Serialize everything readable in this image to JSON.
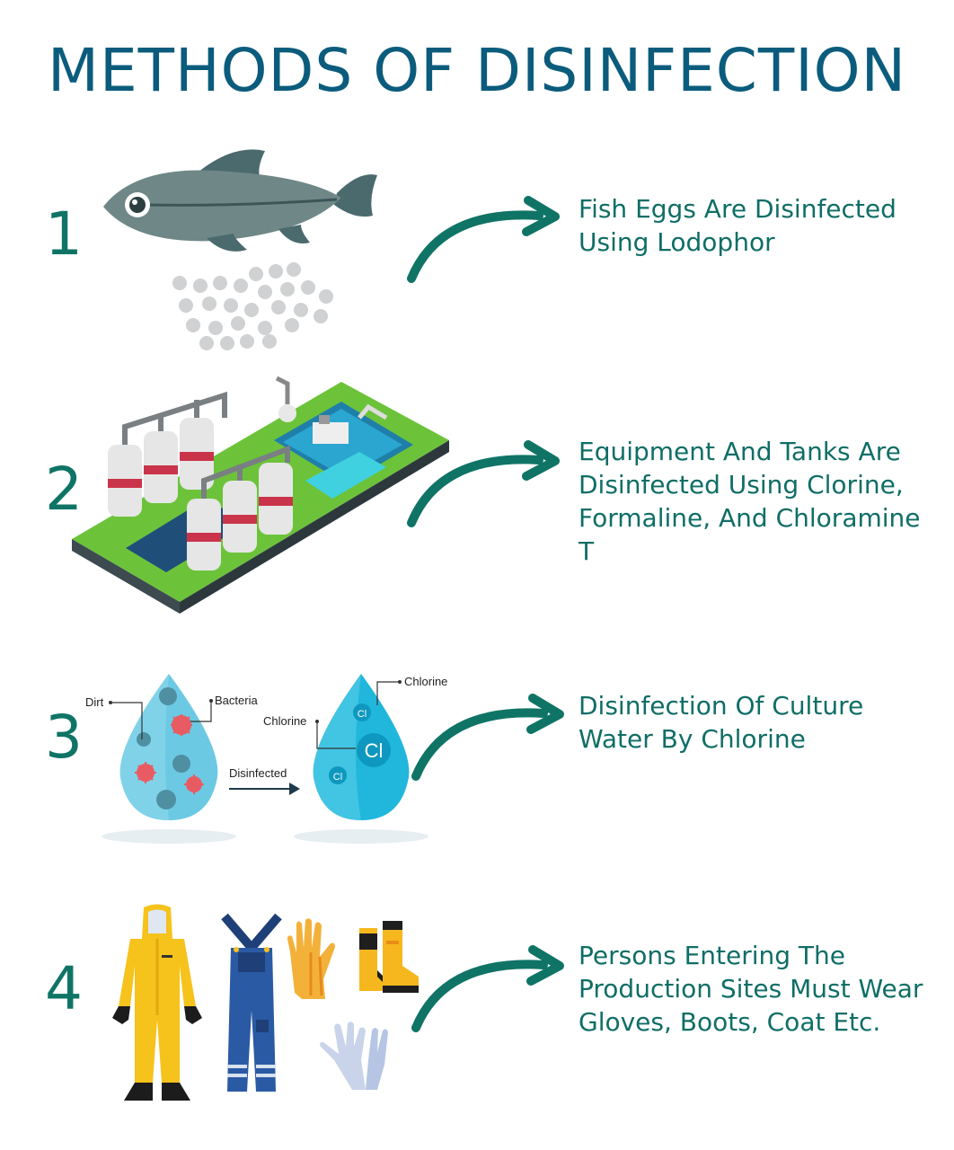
{
  "title": "METHODS OF DISINFECTION",
  "steps": [
    {
      "number": "1",
      "text": "Fish Eggs Are Disinfected Using Lodophor"
    },
    {
      "number": "2",
      "text": "Equipment And Tanks Are Disinfected Using Clorine, Formaline, And Chloramine T"
    },
    {
      "number": "3",
      "text": "Disinfection Of Culture Water By Chlorine"
    },
    {
      "number": "4",
      "text": "Persons Entering The Production Sites Must Wear Gloves, Boots, Coat Etc."
    }
  ],
  "labels": {
    "dirt": "Dirt",
    "bacteria": "Bacteria",
    "disinfected": "Disinfected",
    "chlorine_top": "Chlorine",
    "chlorine_left": "Chlorine",
    "cl_big": "Cl",
    "cl_small_top": "Cl",
    "cl_small_bottom": "Cl"
  },
  "colors": {
    "title": "#0b5c7c",
    "accent": "#0f7466",
    "grass": "#6cc33a",
    "water": "#29b6d8",
    "suit_yellow": "#f6c21c",
    "overalls_blue": "#2b5aa4"
  },
  "icons": [
    "fish-icon",
    "eggs-icon",
    "water-treatment-plant-icon",
    "water-drop-icon",
    "hazmat-suit-icon",
    "overalls-icon",
    "gloves-icon",
    "boots-icon",
    "arrow-icon"
  ]
}
